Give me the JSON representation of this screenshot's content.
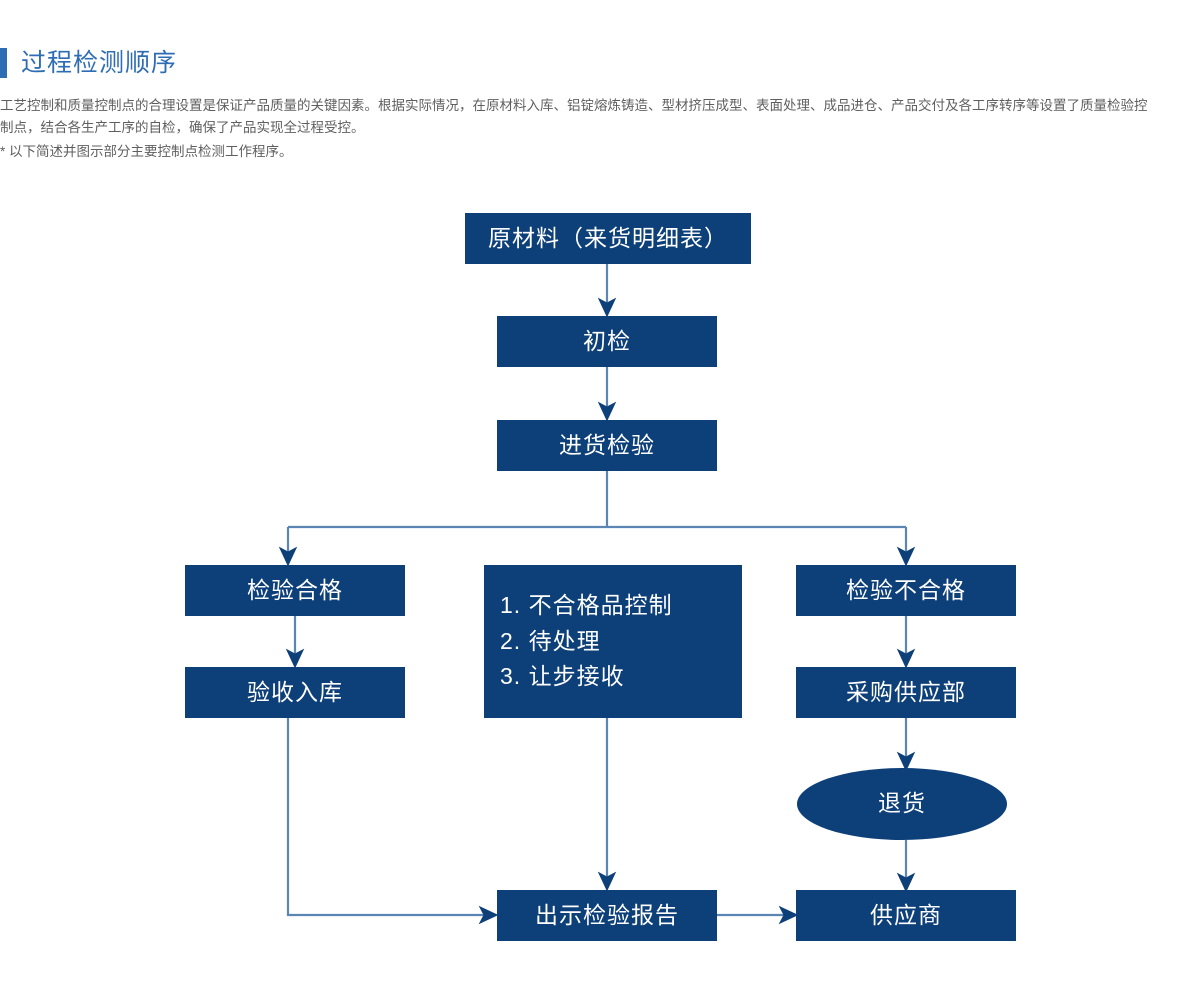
{
  "heading": {
    "title": "过程检测顺序",
    "accent_color": "#2e6db4"
  },
  "intro": {
    "line1": "工艺控制和质量控制点的合理设置是保证产品质量的关键因素。根据实际情况，在原材料入库、铝锭熔炼铸造、型材挤压成型、表面处理、成品进仓、产品交付及各工序转序等设置了质量检验控",
    "line2": "制点，结合各生产工序的自检，确保了产品实现全过程受控。",
    "note": "* 以下简述并图示部分主要控制点检测工作程序。"
  },
  "flowchart": {
    "type": "flowchart",
    "node_fill_color": "#0d3f79",
    "node_text_color": "#ffffff",
    "connector_color": "#5b86b3",
    "arrowhead_color": "#0d3f79",
    "nodes": {
      "raw_material": "原材料（来货明细表）",
      "first_check": "初检",
      "incoming_inspection": "进货检验",
      "inspection_pass": "检验合格",
      "accept_stock": "验收入库",
      "nonconforming_1": "1. 不合格品控制",
      "nonconforming_2": "2.  待处理",
      "nonconforming_3": "3. 让步接收",
      "inspection_fail": "检验不合格",
      "purchasing_dept": "采购供应部",
      "return_goods": "退货",
      "issue_report": "出示检验报告",
      "supplier": "供应商"
    },
    "edges": [
      {
        "from": "raw_material",
        "to": "first_check"
      },
      {
        "from": "first_check",
        "to": "incoming_inspection"
      },
      {
        "from": "incoming_inspection",
        "to": "inspection_pass"
      },
      {
        "from": "incoming_inspection",
        "to": "nonconforming"
      },
      {
        "from": "incoming_inspection",
        "to": "inspection_fail"
      },
      {
        "from": "inspection_pass",
        "to": "accept_stock"
      },
      {
        "from": "accept_stock",
        "to": "issue_report"
      },
      {
        "from": "nonconforming",
        "to": "issue_report"
      },
      {
        "from": "inspection_fail",
        "to": "purchasing_dept"
      },
      {
        "from": "purchasing_dept",
        "to": "return_goods"
      },
      {
        "from": "return_goods",
        "to": "supplier"
      },
      {
        "from": "issue_report",
        "to": "supplier"
      }
    ]
  }
}
